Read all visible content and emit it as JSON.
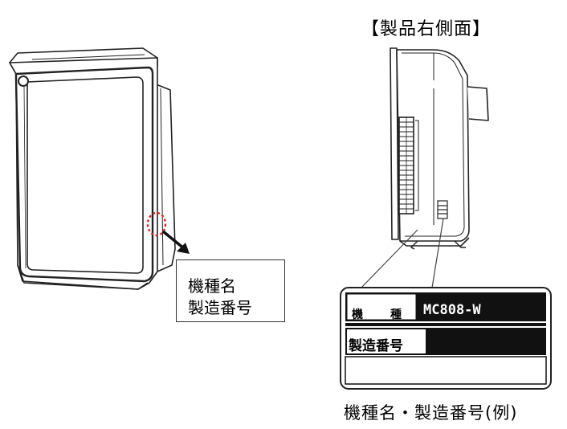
{
  "right_title": "【製品右側面】",
  "callout": {
    "line1": "機種名",
    "line2": "製造番号"
  },
  "label": {
    "kishu_part1": "機",
    "kishu_part2": "種",
    "model_value": "MC808-W",
    "seizo_bango": "製造番号"
  },
  "bottom_caption": "機種名・製造番号(例)",
  "colors": {
    "outline": "#222222",
    "highlight_circle": "#e02020",
    "label_dark": "#111111"
  }
}
